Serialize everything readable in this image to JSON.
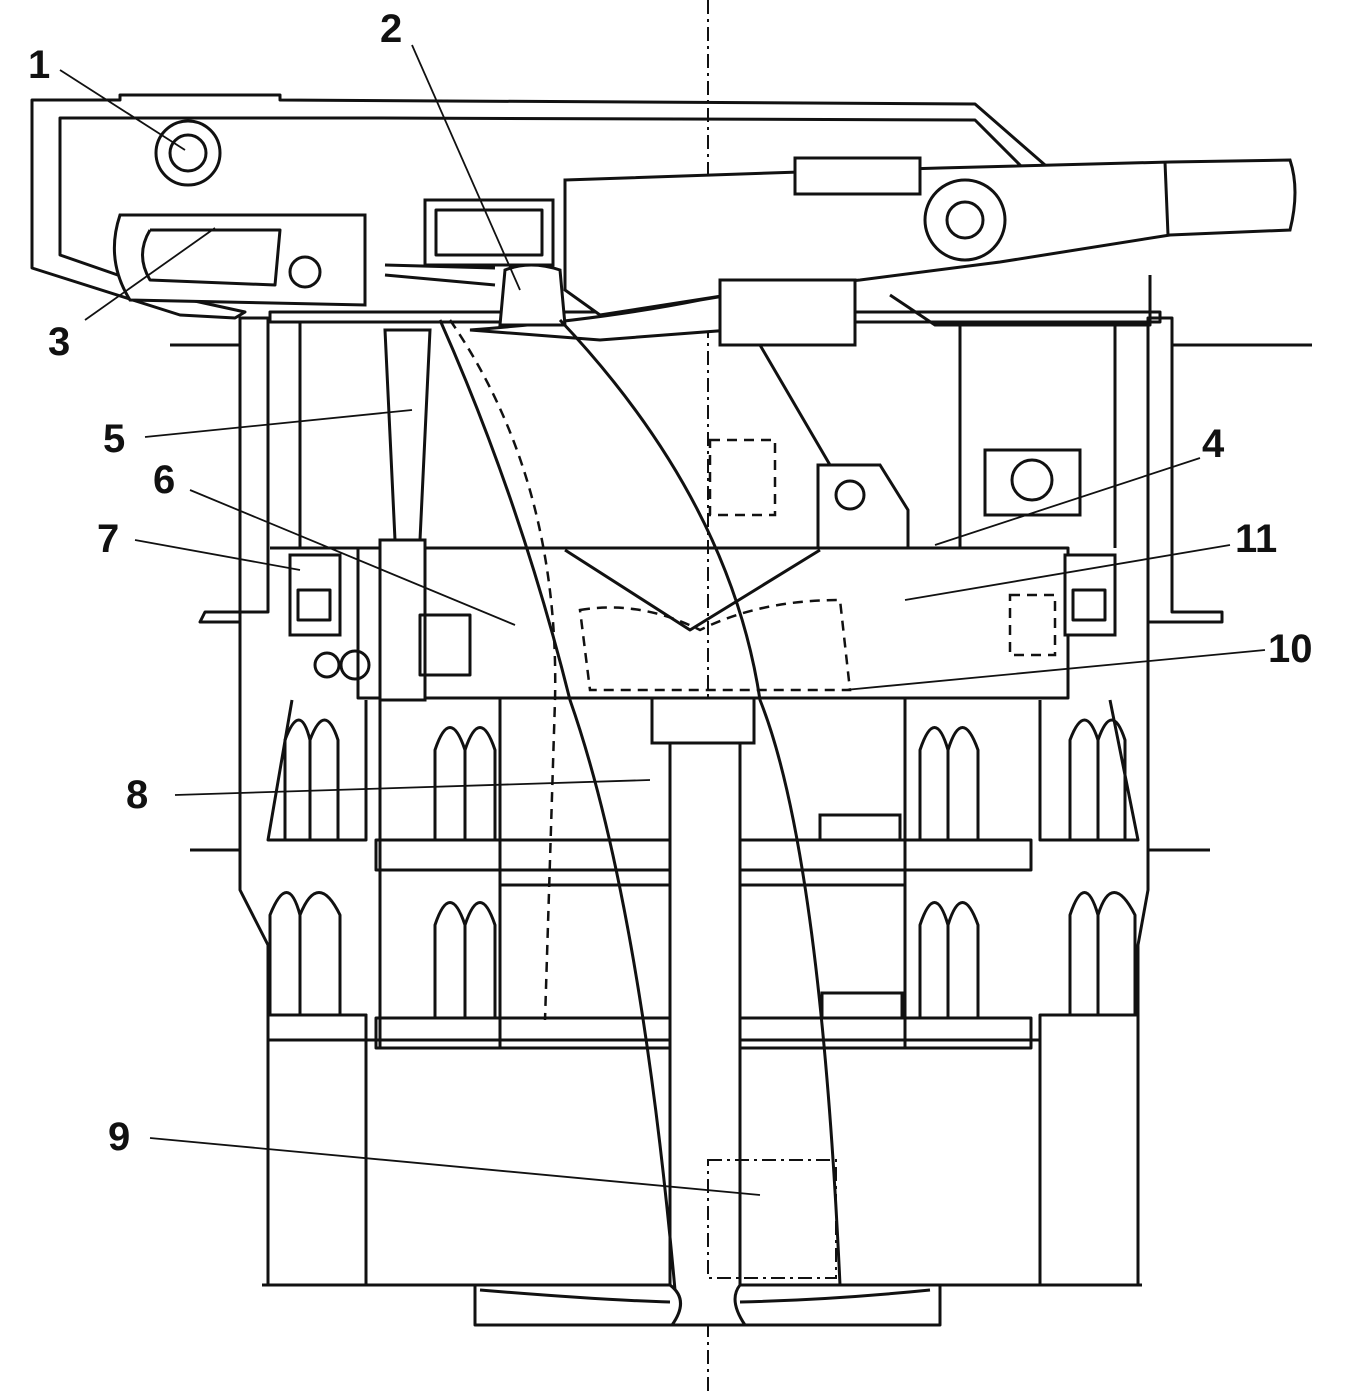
{
  "diagram": {
    "labels": [
      "1",
      "2",
      "3",
      "4",
      "5",
      "6",
      "7",
      "8",
      "9",
      "10",
      "11"
    ],
    "colors": {
      "ink": "#111111",
      "paper": "#ffffff"
    }
  }
}
